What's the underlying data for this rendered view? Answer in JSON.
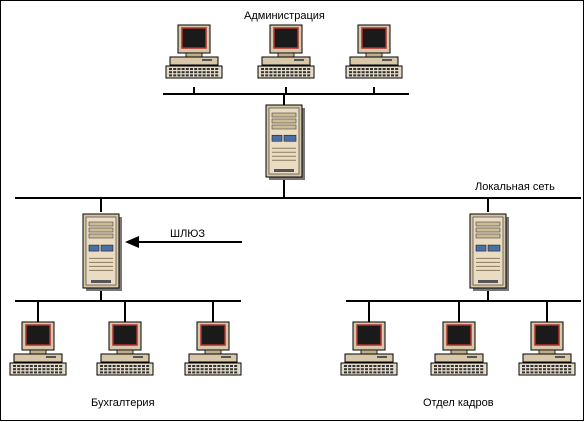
{
  "labels": {
    "admin": "Администрация",
    "lan": "Локальная сеть",
    "gateway": "ШЛЮЗ",
    "accounting": "Бухгалтерия",
    "hr": "Отдел кадров"
  },
  "colors": {
    "line": "#000000",
    "monitor_case": "#d9c8a8",
    "screen": "#1a1a1a",
    "screen_border": "#b03030",
    "server_case": "#d8c6a4",
    "server_accent": "#4a6fa5"
  },
  "icons": {
    "workstation": "desktop-computer-icon",
    "server": "server-tower-icon"
  }
}
